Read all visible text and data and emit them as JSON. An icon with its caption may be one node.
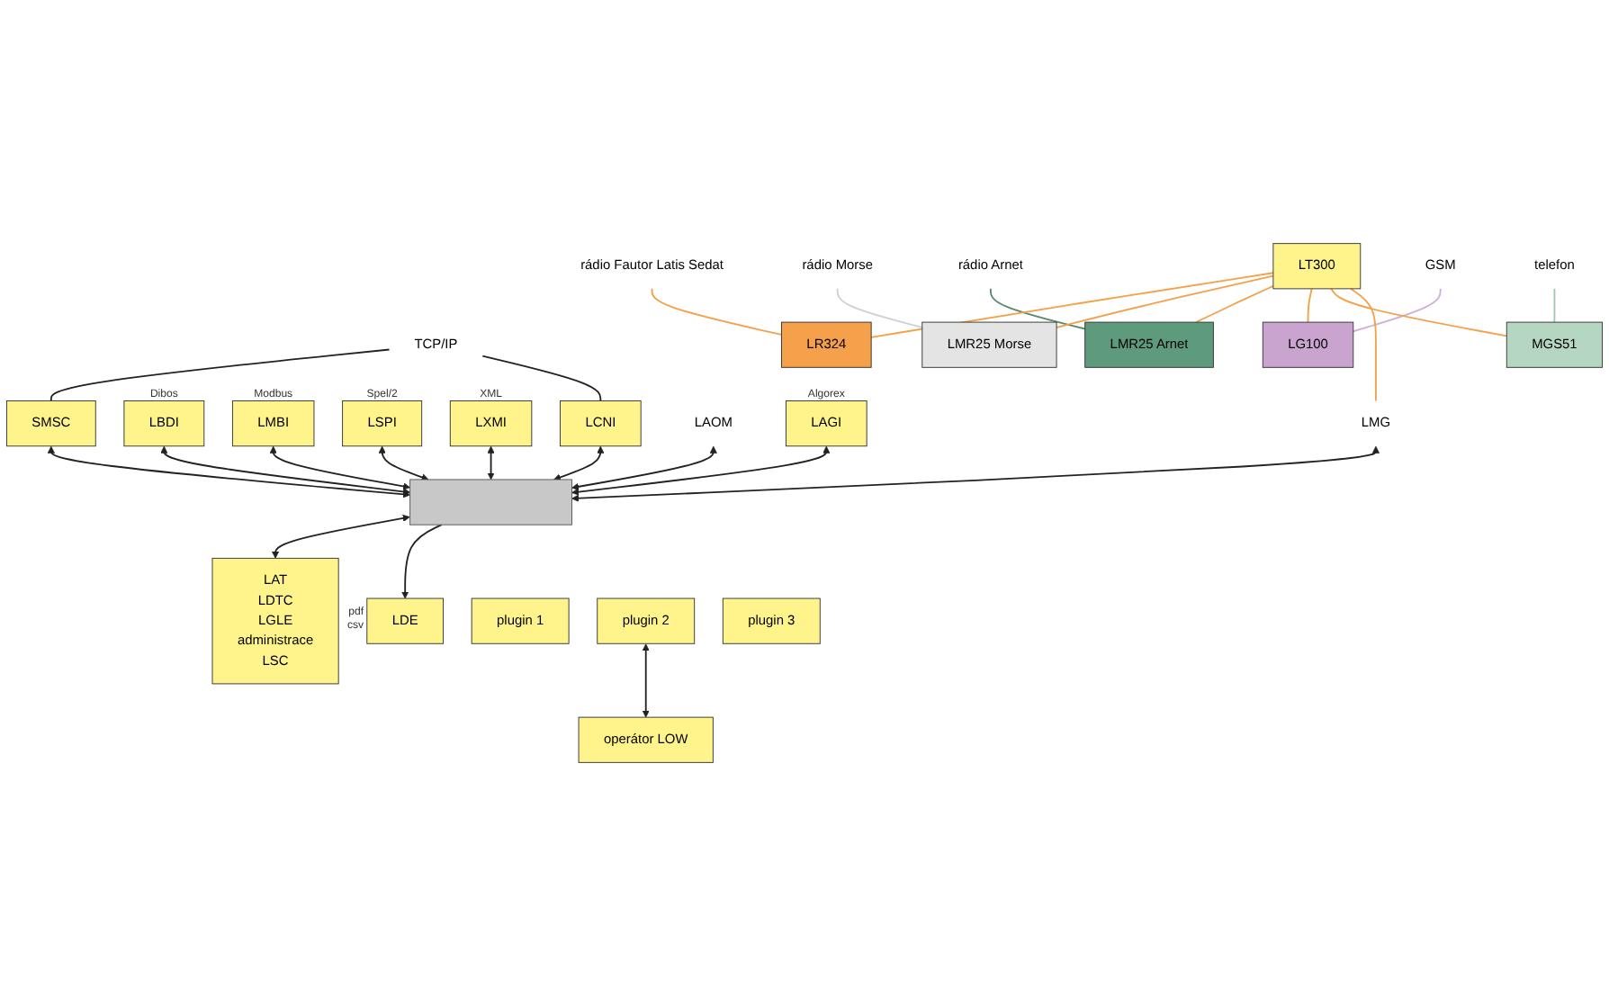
{
  "diagram": {
    "nodes": [
      {
        "text": [
          "rádio Fautor Latis Sedat"
        ]
      },
      {
        "text": [
          "rádio Morse"
        ]
      },
      {
        "text": [
          "rádio Arnet"
        ]
      },
      {
        "text": [
          "GSM"
        ]
      },
      {
        "text": [
          "telefon"
        ]
      },
      {
        "text": [
          "TCP/IP"
        ]
      },
      {
        "text": [
          "LT300"
        ]
      },
      {
        "text": [
          "LR324"
        ]
      },
      {
        "text": [
          "LMR25 Morse"
        ]
      },
      {
        "text": [
          "LMR25 Arnet"
        ]
      },
      {
        "text": [
          "LG100"
        ]
      },
      {
        "text": [
          "MGS51"
        ]
      },
      {
        "text": [
          "LAGI"
        ],
        "beside": [
          "Algorex"
        ]
      },
      {
        "text": [
          "LBDI"
        ],
        "beside": [
          "Dibos"
        ]
      },
      {
        "text": [
          "LMBI"
        ],
        "beside": [
          "Modbus"
        ]
      },
      {
        "text": [
          "LSPI"
        ],
        "beside": [
          "Spel/2"
        ]
      },
      {
        "text": [
          "LXMI"
        ],
        "beside": [
          "XML"
        ]
      },
      {
        "text": [
          "LMG"
        ]
      },
      {
        "text": [
          "LAOM"
        ]
      },
      {
        "text": [
          "SMSC"
        ]
      },
      {
        "text": [
          "LCNI"
        ]
      },
      {
        "text": [],
        "shape": "box"
      },
      {
        "text": [
          "plugin 1"
        ]
      },
      {
        "text": [
          "plugin 2"
        ]
      },
      {
        "text": [
          "plugin 3"
        ]
      },
      {
        "text": [
          "LAT",
          "LDTC",
          "LGLE",
          "administrace",
          "LSC"
        ]
      },
      {
        "text": [
          "LDE"
        ],
        "beside": [
          "pdf",
          "csv"
        ]
      },
      {
        "text": [
          "operátor LOW"
        ]
      }
    ],
    "edges": [
      {
        "from": 0,
        "to": 7,
        "arrow": "none",
        "color": "#f5a04a"
      },
      {
        "from": 1,
        "to": 8,
        "arrow": "none",
        "color": "#d0d0d8"
      },
      {
        "from": 2,
        "to": 9,
        "arrow": "none",
        "color": "#5a8a70"
      },
      {
        "from": 3,
        "to": 10,
        "arrow": "none",
        "color": "#d0b0d8"
      },
      {
        "from": 4,
        "to": 11,
        "arrow": "none",
        "color": "#a0c8b0"
      },
      {
        "from": 5,
        "to": 19,
        "arrow": "none"
      },
      {
        "from": 5,
        "to": 20,
        "arrow": "none"
      },
      {
        "from": 6,
        "to": 7,
        "arrow": "none",
        "color": "#f5a04a"
      },
      {
        "from": 6,
        "to": 8,
        "arrow": "none",
        "color": "#f5a04a"
      },
      {
        "from": 6,
        "to": 9,
        "arrow": "none",
        "color": "#f5a04a"
      },
      {
        "from": 6,
        "to": 10,
        "arrow": "none",
        "color": "#f5a04a"
      },
      {
        "from": 6,
        "to": 11,
        "arrow": "none",
        "color": "#f5a04a"
      },
      {
        "from": 6,
        "to": 17,
        "arrow": "none",
        "color": "#f5a04a"
      },
      {
        "from": 17,
        "to": 21,
        "arrow": "both"
      },
      {
        "from": 18,
        "to": 21,
        "arrow": "both"
      },
      {
        "from": 12,
        "to": 21,
        "arrow": "both"
      },
      {
        "from": 13,
        "to": 21,
        "arrow": "both"
      },
      {
        "from": 14,
        "to": 21,
        "arrow": "both"
      },
      {
        "from": 15,
        "to": 21,
        "arrow": "both"
      },
      {
        "from": 16,
        "to": 21,
        "arrow": "both"
      },
      {
        "from": 19,
        "to": 21,
        "arrow": "both"
      },
      {
        "from": 20,
        "to": 21,
        "arrow": "both"
      },
      {
        "from": 21,
        "to": 25,
        "arrow": "both"
      },
      {
        "from": 21,
        "to": 26,
        "arrow": "to"
      },
      {
        "from": 23,
        "to": 27,
        "arrow": "both"
      }
    ]
  }
}
